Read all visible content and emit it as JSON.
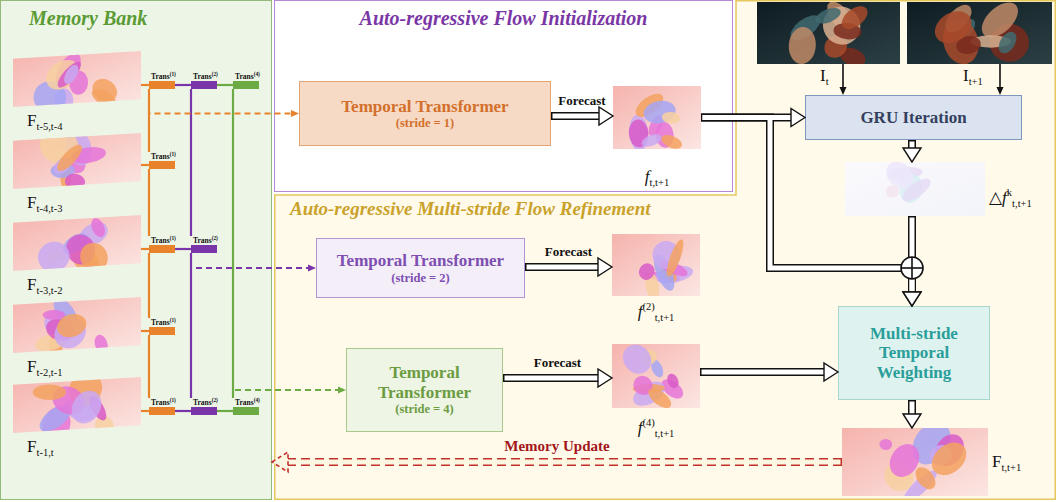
{
  "diagram": {
    "nodes": [
      {
        "text": [
          "Memory Bank"
        ]
      },
      {
        "text": [
          "Ft-5,t-4"
        ],
        "in": 0
      },
      {
        "text": [
          "Ft-4,t-3"
        ],
        "in": 0
      },
      {
        "text": [
          "Ft-3,t-2"
        ],
        "in": 0
      },
      {
        "text": [
          "Ft-2,t-1"
        ],
        "in": 0
      },
      {
        "text": [
          "Ft-1,t"
        ],
        "in": 0
      },
      {
        "text": [
          "Trans(1)"
        ],
        "in": 0
      },
      {
        "text": [
          "Trans(2)"
        ],
        "in": 0
      },
      {
        "text": [
          "Trans(4)"
        ],
        "in": 0
      },
      {
        "text": [
          "Trans(1)"
        ],
        "in": 0
      },
      {
        "text": [
          "Trans(1)"
        ],
        "in": 0
      },
      {
        "text": [
          "Trans(2)"
        ],
        "in": 0
      },
      {
        "text": [
          "Trans(1)"
        ],
        "in": 0
      },
      {
        "text": [
          "Trans(1)"
        ],
        "in": 0
      },
      {
        "text": [
          "Trans(2)"
        ],
        "in": 0
      },
      {
        "text": [
          "Trans(4)"
        ],
        "in": 0
      },
      {
        "text": [
          "Auto-regressive Flow Initialization"
        ]
      },
      {
        "text": [
          "Temporal Transformer",
          "(stride = 1)"
        ],
        "in": 16
      },
      {
        "text": [
          "ft,t+1"
        ],
        "in": 16
      },
      {
        "text": [
          "Auto-regressive Multi-stride Flow Refinement"
        ]
      },
      {
        "text": [
          "It"
        ],
        "in": 19
      },
      {
        "text": [
          "It+1"
        ],
        "in": 19
      },
      {
        "text": [
          "GRU Iteration"
        ],
        "in": 19
      },
      {
        "text": [
          "△fkt,t+1"
        ],
        "in": 19
      },
      {
        "text": [
          "Temporal Transformer",
          "(stride = 2)"
        ],
        "in": 19
      },
      {
        "text": [
          "f(2)t,t+1"
        ],
        "in": 19
      },
      {
        "text": [
          "Temporal Transformer",
          "(stride = 4)"
        ],
        "in": 19
      },
      {
        "text": [
          "f(4)t,t+1"
        ],
        "in": 19
      },
      {
        "text": [
          "Multi-stride Temporal Weighting"
        ],
        "in": 19
      },
      {
        "text": [
          "Ft,t+1"
        ],
        "in": 19
      }
    ],
    "edges": [
      {
        "from": 1,
        "to": 6,
        "arrow": "none"
      },
      {
        "from": 6,
        "to": 7,
        "arrow": "none"
      },
      {
        "from": 7,
        "to": 8,
        "arrow": "none"
      },
      {
        "from": 2,
        "to": 9,
        "arrow": "none"
      },
      {
        "from": 3,
        "to": 10,
        "arrow": "none"
      },
      {
        "from": 10,
        "to": 11,
        "arrow": "none"
      },
      {
        "from": 4,
        "to": 12,
        "arrow": "none"
      },
      {
        "from": 5,
        "to": 13,
        "arrow": "none"
      },
      {
        "from": 13,
        "to": 14,
        "arrow": "none"
      },
      {
        "from": 14,
        "to": 15,
        "arrow": "none"
      },
      {
        "from": 6,
        "to": 9,
        "arrow": "none"
      },
      {
        "from": 9,
        "to": 10,
        "arrow": "none"
      },
      {
        "from": 10,
        "to": 12,
        "arrow": "none"
      },
      {
        "from": 12,
        "to": 13,
        "arrow": "none"
      },
      {
        "from": 7,
        "to": 11,
        "arrow": "none"
      },
      {
        "from": 11,
        "to": 14,
        "arrow": "none"
      },
      {
        "from": 8,
        "to": 15,
        "arrow": "none"
      },
      {
        "from": 6,
        "to": 17,
        "arrow": "to"
      },
      {
        "from": 11,
        "to": 24,
        "arrow": "to"
      },
      {
        "from": 15,
        "to": 26,
        "arrow": "to"
      },
      {
        "from": 17,
        "to": 18,
        "arrow": "to",
        "label": "Forecast"
      },
      {
        "from": 18,
        "to": 22,
        "arrow": "to"
      },
      {
        "from": 20,
        "to": 22,
        "arrow": "to"
      },
      {
        "from": 21,
        "to": 22,
        "arrow": "to"
      },
      {
        "from": 22,
        "to": 23,
        "arrow": "to"
      },
      {
        "from": 18,
        "to": 28,
        "arrow": "to"
      },
      {
        "from": 23,
        "to": 28,
        "arrow": "to"
      },
      {
        "from": 24,
        "to": 25,
        "arrow": "to",
        "label": "Forecast"
      },
      {
        "from": 26,
        "to": 27,
        "arrow": "to",
        "label": "Forecast"
      },
      {
        "from": 27,
        "to": 28,
        "arrow": "to"
      },
      {
        "from": 28,
        "to": 29,
        "arrow": "to"
      },
      {
        "from": 29,
        "to": 0,
        "arrow": "to",
        "label": "Memory Update"
      }
    ]
  }
}
